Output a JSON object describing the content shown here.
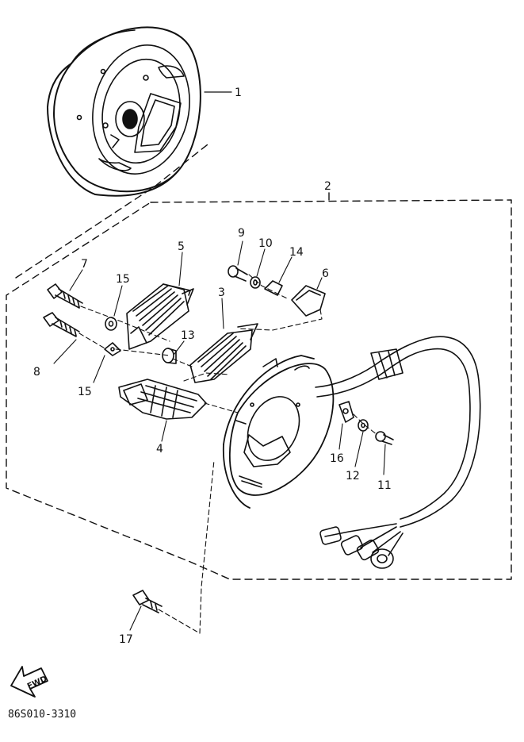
{
  "callouts": {
    "c1": "1",
    "c2": "2",
    "c3": "3",
    "c4": "4",
    "c5": "5",
    "c6": "6",
    "c7": "7",
    "c8": "8",
    "c9": "9",
    "c10": "10",
    "c11": "11",
    "c12": "12",
    "c13": "13",
    "c14": "14",
    "c15a": "15",
    "c15b": "15",
    "c16": "16",
    "c17": "17"
  },
  "fwd_label": "FWD",
  "diagram_code": "86S010-3310"
}
